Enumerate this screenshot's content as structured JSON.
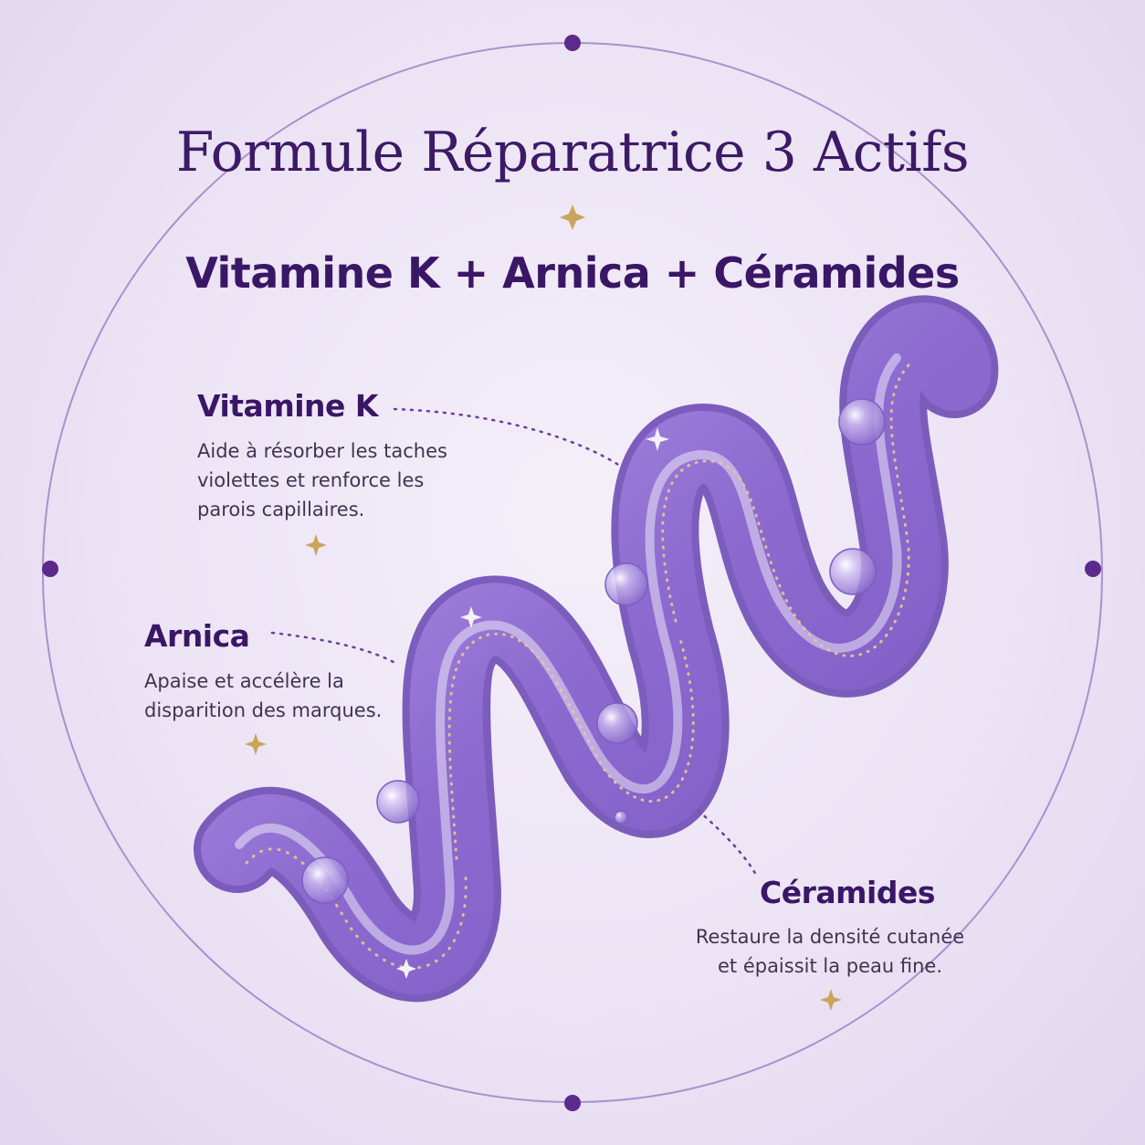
{
  "title": "Formule Réparatrice 3 Actifs",
  "subtitle": "Vitamine K + Arnica + Céramides",
  "actives": [
    {
      "name": "Vitamine K",
      "description": "Aide à résorber les taches\nviolettes et renforce les\nparois capillaires."
    },
    {
      "name": "Arnica",
      "description": "Apaise et accélère la\ndisparition des marques."
    },
    {
      "name": "Céramides",
      "description": "Restaure la densité cutanée\net épaissit la peau fine."
    }
  ],
  "colors": {
    "title": "#3d1a66",
    "accent_gold": "#c9a45c",
    "ring": "#8c6bb8",
    "gel": "#9b7fd6"
  }
}
